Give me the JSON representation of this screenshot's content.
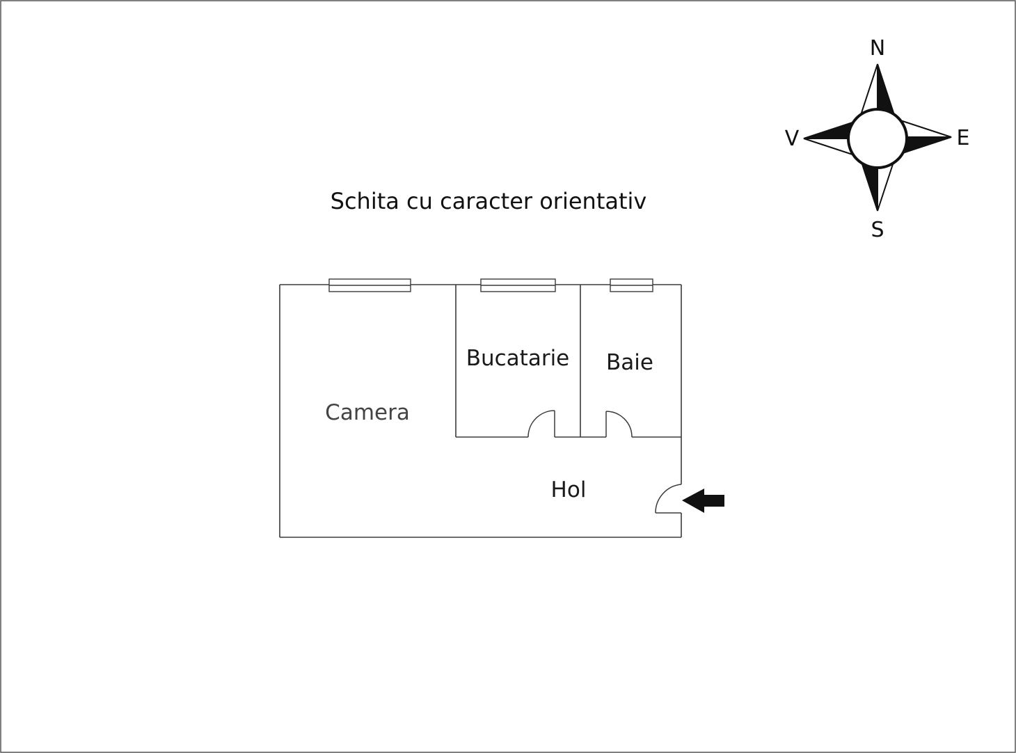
{
  "title": "Schita cu caracter orientativ",
  "compass": {
    "north": "N",
    "east": "E",
    "south": "S",
    "west": "V",
    "icon": "compass-rose-icon"
  },
  "rooms": {
    "camera": "Camera",
    "bucatarie": "Bucatarie",
    "baie": "Baie",
    "hol": "Hol"
  },
  "entrance": {
    "icon": "arrow-left-icon"
  },
  "colors": {
    "ink": "#111111",
    "wall": "#3a3a3a",
    "paper": "#ffffff"
  }
}
